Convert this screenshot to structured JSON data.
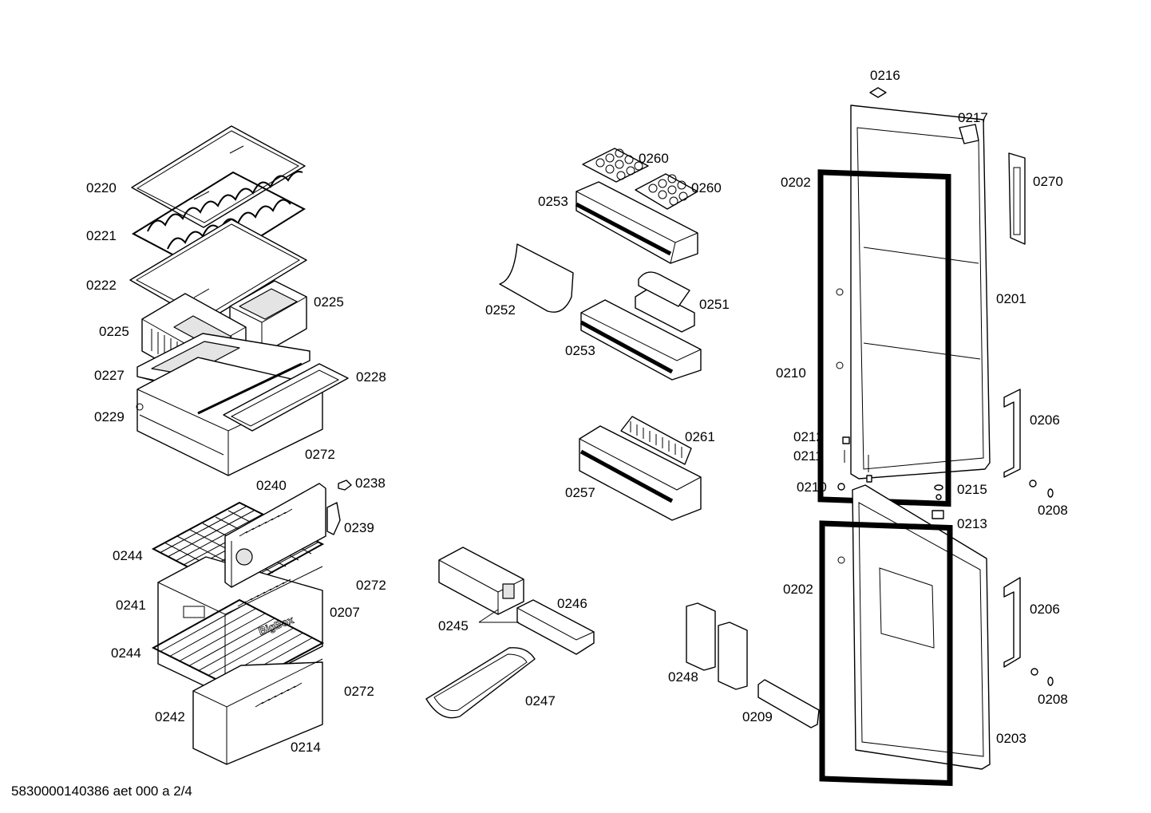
{
  "document_id": "5830000140386 aet 000 a 2/4",
  "callouts": [
    "0216",
    "0217",
    "0260",
    "0260",
    "0270",
    "0202",
    "0220",
    "0253",
    "0221",
    "0222",
    "0225",
    "0252",
    "0251",
    "0201",
    "0225",
    "0253",
    "0227",
    "0228",
    "0210",
    "0229",
    "0261",
    "0206",
    "0212",
    "0211",
    "0272",
    "0240",
    "0238",
    "0210",
    "0215",
    "0257",
    "0208",
    "0239",
    "0213",
    "0244",
    "0202",
    "0246",
    "0272",
    "0241",
    "0207",
    "0206",
    "0245",
    "0244",
    "0248",
    "0208",
    "0272",
    "0247",
    "0242",
    "0209",
    "0214",
    "0203"
  ],
  "drawing_text": {
    "bigbox": "BigBox"
  }
}
